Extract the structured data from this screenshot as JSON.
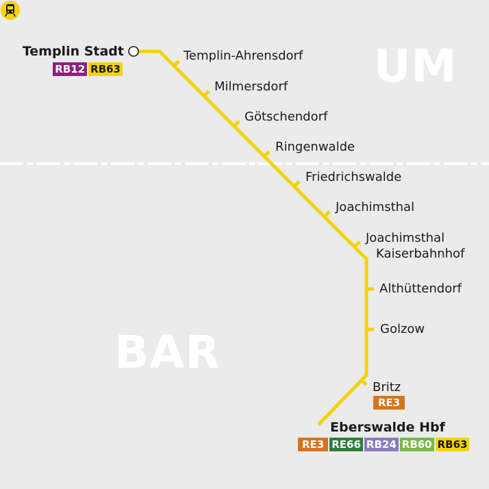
{
  "colors": {
    "background": "#ebebeb",
    "line": "#f4d20a",
    "boundary": "#ffffff",
    "region_text": "#ffffff"
  },
  "regions": {
    "um": "UM",
    "bar": "BAR"
  },
  "stations": [
    {
      "key": "templin-stadt",
      "name": "Templin Stadt",
      "terminus": true
    },
    {
      "key": "templin-ahrensdorf",
      "name": "Templin-Ahrensdorf"
    },
    {
      "key": "milmersdorf",
      "name": "Milmersdorf"
    },
    {
      "key": "goetschendorf",
      "name": "Götschendorf"
    },
    {
      "key": "ringenwalde",
      "name": "Ringenwalde"
    },
    {
      "key": "friedrichswalde",
      "name": "Friedrichswalde"
    },
    {
      "key": "joachimsthal",
      "name": "Joachimsthal"
    },
    {
      "key": "joachimsthal-kaiserbahnhof",
      "name_line1": "Joachimsthal",
      "name_line2": "Kaiserbahnhof"
    },
    {
      "key": "althuettendorf",
      "name": "Althüttendorf"
    },
    {
      "key": "golzow",
      "name": "Golzow"
    },
    {
      "key": "britz",
      "name": "Britz"
    },
    {
      "key": "eberswalde-hbf",
      "name": "Eberswalde Hbf",
      "terminus": true
    }
  ],
  "lines": {
    "templin_stadt": [
      {
        "label": "RB12",
        "color": "#8e1f7f",
        "text": "light"
      },
      {
        "label": "RB63",
        "color": "#f4d20a",
        "text": "dark"
      }
    ],
    "britz": [
      {
        "label": "RE3",
        "color": "#d9721c",
        "text": "light"
      }
    ],
    "eberswalde_hbf": [
      {
        "label": "RE3",
        "color": "#d9721c",
        "text": "light"
      },
      {
        "label": "RE66",
        "color": "#2e7d3c",
        "text": "light"
      },
      {
        "label": "RB24",
        "color": "#8b7bbf",
        "text": "light"
      },
      {
        "label": "RB60",
        "color": "#7ab648",
        "text": "light"
      },
      {
        "label": "RB63",
        "color": "#f4d20a",
        "text": "dark"
      }
    ]
  },
  "icons": {
    "eberswalde_hbf": "train-icon",
    "terminus": "station-circle-icon"
  }
}
